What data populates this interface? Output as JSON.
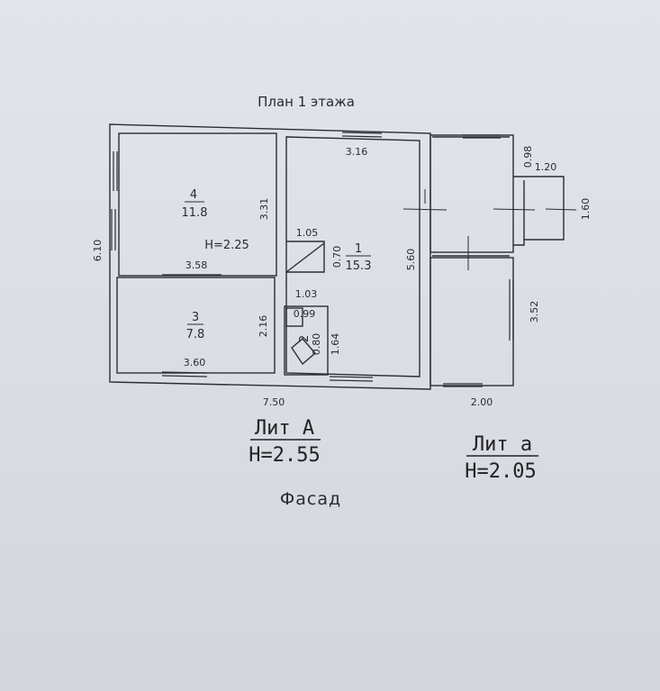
{
  "title": "План 1 этажа",
  "facade": "Фасад",
  "blocks": {
    "A": {
      "name": "Лит А",
      "height": "H=2.55"
    },
    "a": {
      "name": "Лит а",
      "height": "H=2.05"
    }
  },
  "rooms": [
    {
      "number": "4",
      "area": "11.8",
      "height": "H=2.25"
    },
    {
      "number": "3",
      "area": "7.8"
    },
    {
      "number": "1",
      "area": "15.3"
    },
    {
      "number": "2"
    }
  ],
  "dimensions": {
    "top_room1": "3.16",
    "room4_right": "3.31",
    "room4_bottom": "3.58",
    "left_total": "6.10",
    "room1_step_w": "1.05",
    "room1_step_h": "0.70",
    "room1_right": "5.60",
    "room2_top": "1.03",
    "room2_small_w": "0.99",
    "room2_small_h": "0.80",
    "room2_right": "1.64",
    "room3_right": "2.16",
    "room3_bottom": "3.60",
    "total_width": "7.50",
    "porch_depth": "0.98",
    "porch_width": "1.20",
    "porch_right": "1.60",
    "veranda_right": "3.52",
    "veranda_bottom": "2.00"
  }
}
